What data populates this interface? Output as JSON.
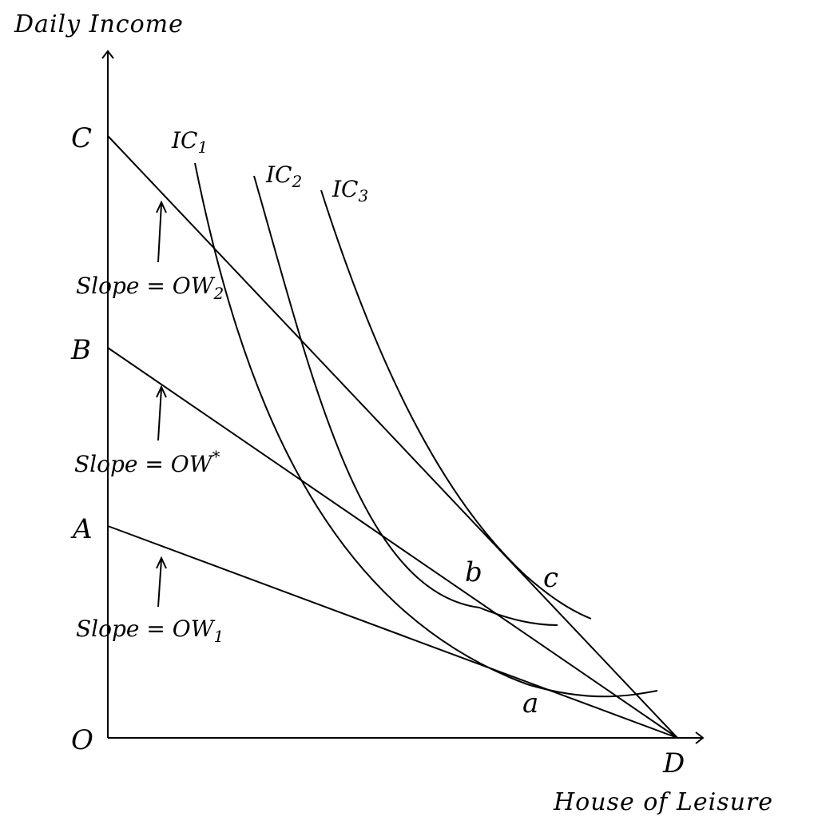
{
  "axes": {
    "y_title": "Daily Income",
    "x_title": "House of Leisure",
    "origin_label": "O"
  },
  "points": {
    "A": "A",
    "B": "B",
    "C": "C",
    "D": "D",
    "a": "a",
    "b": "b",
    "c": "c"
  },
  "budget_lines": [
    {
      "name": "CD",
      "slope_label": "Slope = OW",
      "sub": "2"
    },
    {
      "name": "BD",
      "slope_label": "Slope = OW",
      "sup": "*"
    },
    {
      "name": "AD",
      "slope_label": "Slope = OW",
      "sub": "1"
    }
  ],
  "curves": [
    {
      "name": "IC",
      "sub": "1"
    },
    {
      "name": "IC",
      "sub": "2"
    },
    {
      "name": "IC",
      "sub": "3"
    }
  ]
}
